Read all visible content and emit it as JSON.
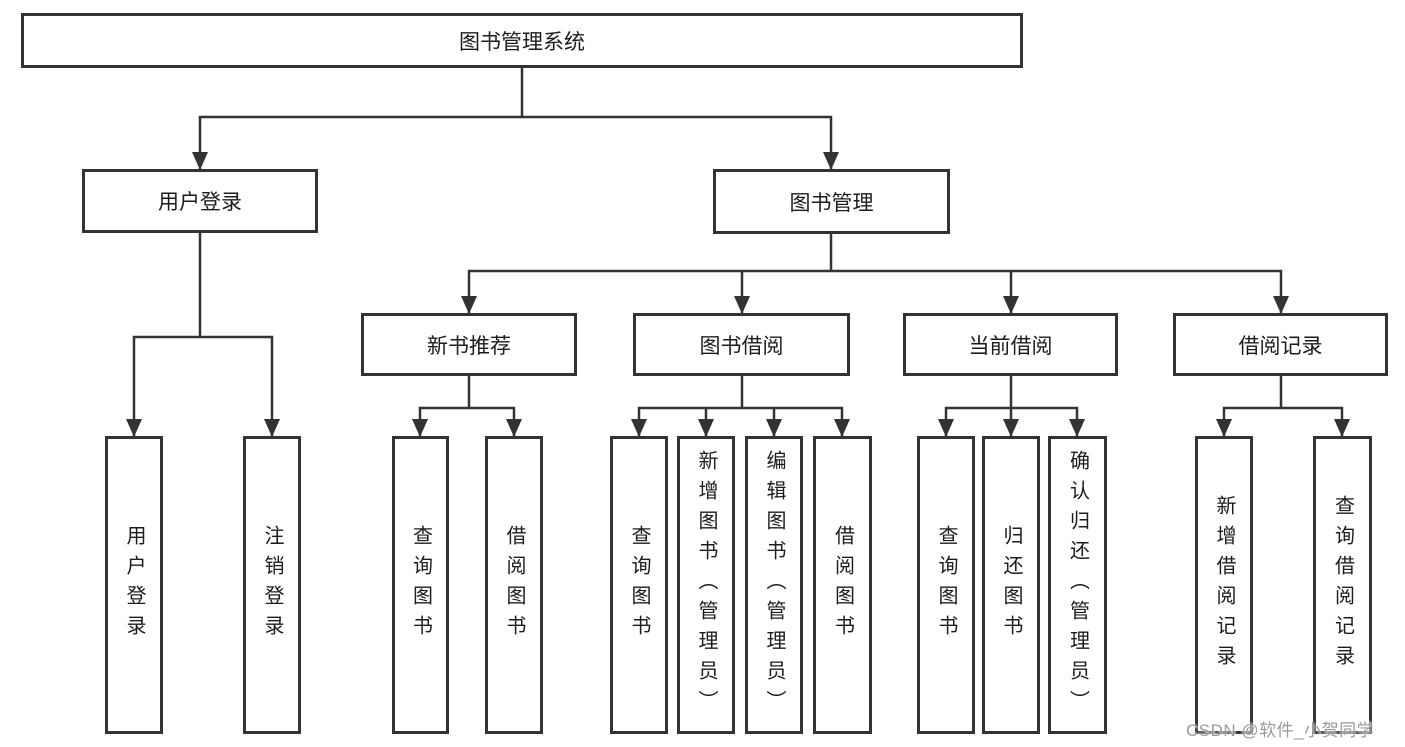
{
  "diagram_title": "图书管理系统",
  "tree": {
    "label": "图书管理系统",
    "children": [
      {
        "label": "用户登录",
        "children": [
          {
            "label": "用户登录"
          },
          {
            "label": "注销登录"
          }
        ]
      },
      {
        "label": "图书管理",
        "children": [
          {
            "label": "新书推荐",
            "children": [
              {
                "label": "查询图书"
              },
              {
                "label": "借阅图书"
              }
            ]
          },
          {
            "label": "图书借阅",
            "children": [
              {
                "label": "查询图书"
              },
              {
                "label": "新增图书（管理员）"
              },
              {
                "label": "编辑图书（管理员）"
              },
              {
                "label": "借阅图书"
              }
            ]
          },
          {
            "label": "当前借阅",
            "children": [
              {
                "label": "查询图书"
              },
              {
                "label": "归还图书"
              },
              {
                "label": "确认归还（管理员）"
              }
            ]
          },
          {
            "label": "借阅记录",
            "children": [
              {
                "label": "新增借阅记录"
              },
              {
                "label": "查询借阅记录"
              }
            ]
          }
        ]
      }
    ]
  },
  "watermark": {
    "text": "CSDN @软件_小贺同学",
    "color": "#9a9a9a"
  },
  "colors": {
    "line": "#333333",
    "box_border": "#333333",
    "text": "#1c1c1c",
    "background": "#ffffff"
  }
}
